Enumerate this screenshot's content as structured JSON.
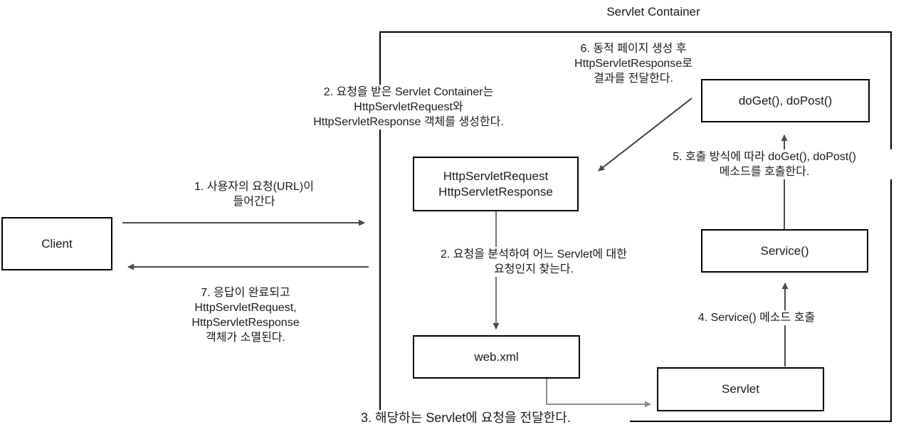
{
  "diagram": {
    "title": "Servlet Container",
    "colors": {
      "background": "#ffffff",
      "box_border": "#000000",
      "arrow_dark": "#4a4a4a",
      "arrow_light": "#8c8c8c",
      "text": "#1a1a1a"
    },
    "nodes": {
      "client": "Client",
      "request_response": "HttpServletRequest\nHttpServletResponse",
      "web_xml": "web.xml",
      "service": "Service()",
      "do_get_post": "doGet(), doPost()",
      "servlet": "Servlet"
    },
    "labels": {
      "step1": "1. 사용자의 요청(URL)이\n들어간다",
      "step2_create": "2. 요청을 받은 Servlet Container는\nHttpServletRequest와\nHttpServletResponse 객체를 생성한다.",
      "step2_analyze": "2. 요청을 분석하여 어느 Servlet에 대한\n요청인지 찾는다.",
      "step3": "3. 해당하는 Servlet에 요청을 전달한다.",
      "step4": "4. Service() 메소드 호출",
      "step5": "5. 호출 방식에 따라 doGet(), doPost()\n메소드를 호출한다.",
      "step6": "6. 동적 페이지 생성 후\nHttpServletResponse로\n결과를 전달한다.",
      "step7": "7. 응답이 완료되고\nHttpServletRequest,\nHttpServletResponse\n객체가 소멸된다."
    }
  }
}
